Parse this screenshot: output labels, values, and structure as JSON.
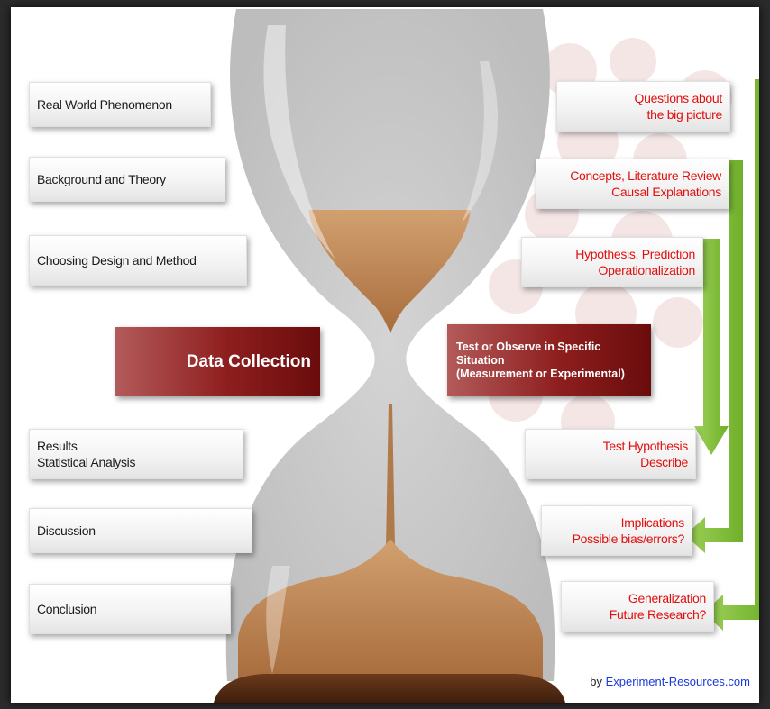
{
  "left_steps": [
    {
      "lines": [
        "Real World Phenomenon"
      ]
    },
    {
      "lines": [
        "Background and Theory"
      ]
    },
    {
      "lines": [
        "Choosing Design and Method"
      ]
    },
    {
      "lines": [
        "Results",
        "Statistical Analysis"
      ]
    },
    {
      "lines": [
        "Discussion"
      ]
    },
    {
      "lines": [
        "Conclusion"
      ]
    }
  ],
  "center": {
    "data_collection": "Data Collection",
    "test_lines": [
      "Test or Observe in Specific",
      "Situation",
      "(Measurement or Experimental)"
    ]
  },
  "right_steps": [
    {
      "lines": [
        "Questions about",
        "the big picture"
      ]
    },
    {
      "lines": [
        "Concepts, Literature Review",
        "Causal Explanations"
      ]
    },
    {
      "lines": [
        "Hypothesis, Prediction",
        "Operationalization"
      ]
    },
    {
      "lines": [
        "Test Hypothesis",
        "Describe"
      ]
    },
    {
      "lines": [
        "Implications",
        "Possible bias/errors?"
      ]
    },
    {
      "lines": [
        "Generalization",
        "Future Research?"
      ]
    }
  ],
  "credit": {
    "by": "by",
    "site": "Experiment-Resources.com"
  },
  "colors": {
    "accent_red": "#e01010",
    "dark_red": "#8e1e1e",
    "sand": "#c08a5a",
    "arrow_green": "#8cc63f",
    "credit_blue": "#1a3bd8"
  }
}
